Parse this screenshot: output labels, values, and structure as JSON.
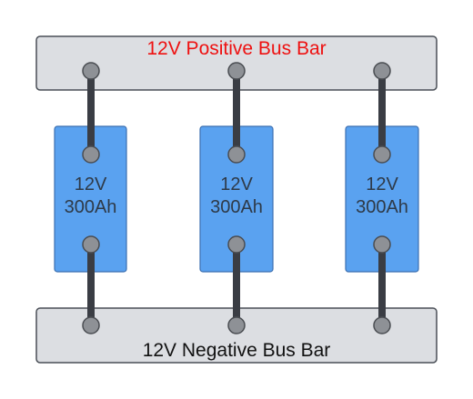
{
  "positive_bus": {
    "label": "12V Positive Bus Bar",
    "label_color": "#ee1111",
    "fill": "#dcdee2",
    "stroke": "#4a4f57"
  },
  "negative_bus": {
    "label": "12V Negative Bus Bar",
    "label_color": "#111111",
    "fill": "#dcdee2",
    "stroke": "#4a4f57"
  },
  "batteries": [
    {
      "voltage": "12V",
      "capacity": "300Ah"
    },
    {
      "voltage": "12V",
      "capacity": "300Ah"
    },
    {
      "voltage": "12V",
      "capacity": "300Ah"
    }
  ],
  "colors": {
    "battery_fill": "#5aa2f0",
    "battery_stroke": "#3b6fb0",
    "cable": "#3a3d44",
    "terminal_fill": "#8e9196",
    "terminal_stroke": "#4a4d52"
  }
}
